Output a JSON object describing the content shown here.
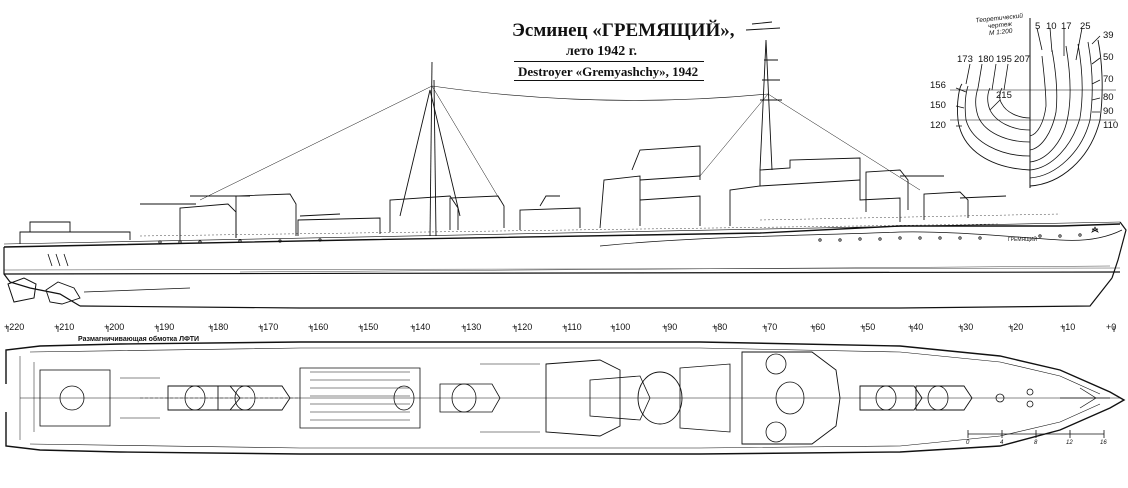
{
  "title": {
    "ru": "Эсминец «ГРЕМЯЩИЙ»,",
    "ru_sub": "лето 1942 г.",
    "en": "Destroyer «Gremyashchy», 1942"
  },
  "body_plan": {
    "title": "Теоретический\nчертеж\nМ 1:200",
    "top_labels": [
      "5",
      "10",
      "17",
      "25"
    ],
    "right_labels": [
      "39",
      "50",
      "70",
      "80",
      "90",
      "110"
    ],
    "left_top_labels": [
      "173",
      "180",
      "195",
      "207"
    ],
    "left_labels": [
      "156",
      "150",
      "120"
    ],
    "inner_label": "215"
  },
  "hull_name": "ГРЕМЯЩИЙ",
  "degaussing_note": "Размагничивающая обмотка ЛФТИ",
  "frame_scale": [
    "+220",
    "+210",
    "+200",
    "+190",
    "+180",
    "+170",
    "+160",
    "+150",
    "+140",
    "+130",
    "+120",
    "+110",
    "+100",
    "+90",
    "+80",
    "+70",
    "+60",
    "+50",
    "+40",
    "+30",
    "+20",
    "+10",
    "+0"
  ],
  "bar_scale": [
    "0",
    "4",
    "8",
    "12",
    "16"
  ],
  "colors": {
    "ink": "#111111",
    "paper": "#ffffff",
    "grid": "#555555"
  }
}
